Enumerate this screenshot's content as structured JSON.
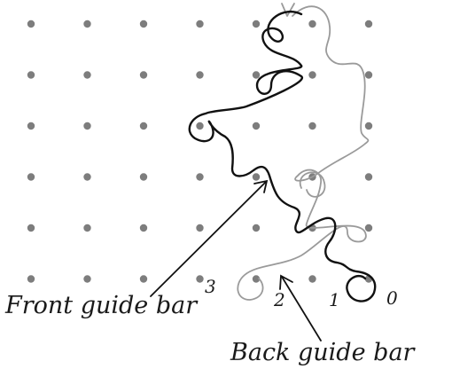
{
  "labels": {
    "front_guide_bar": "Front guide bar",
    "back_guide_bar": "Back guide bar"
  },
  "column_numbers": [
    "3",
    "2",
    "1",
    "0"
  ],
  "colors": {
    "front": "#111111",
    "back": "#9a9a9a",
    "dot": "#7d7d7d"
  }
}
